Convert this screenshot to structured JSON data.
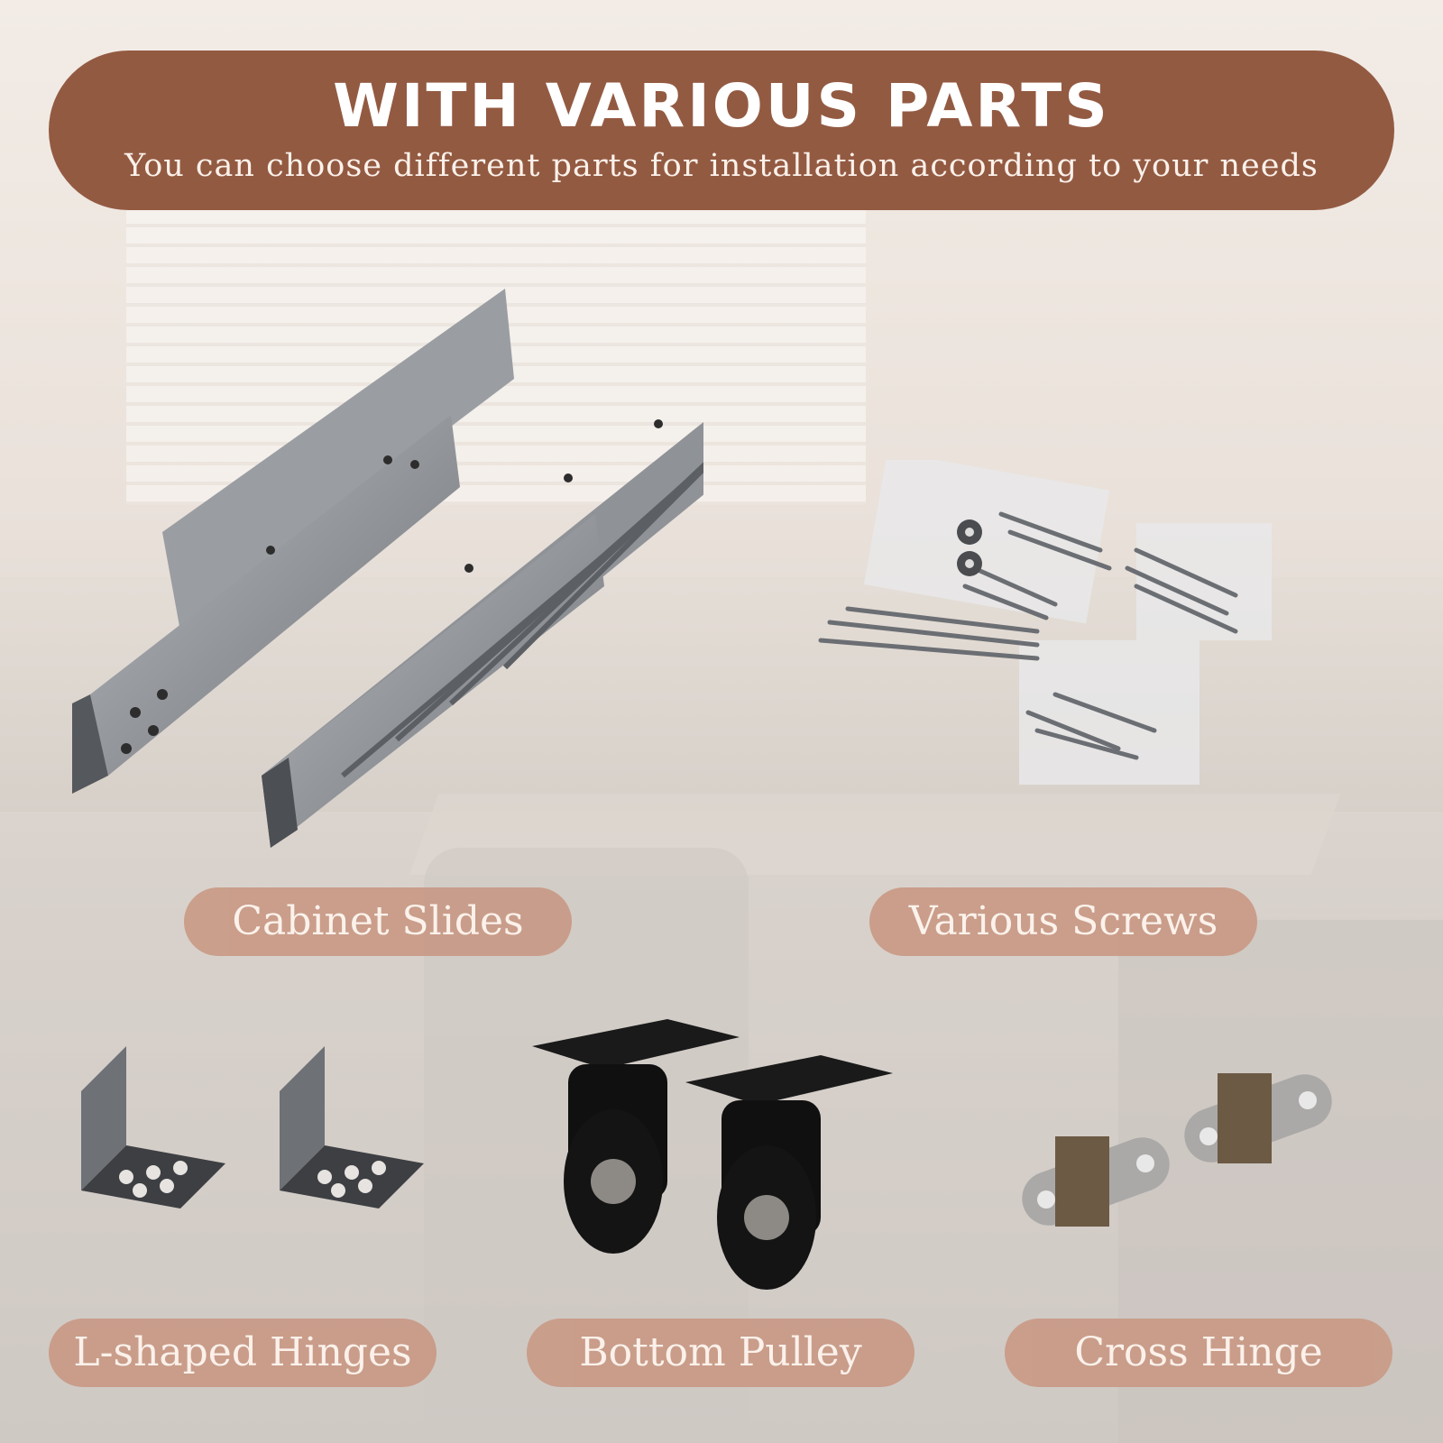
{
  "header": {
    "title": "WITH VARIOUS PARTS",
    "subtitle": "You can choose different parts for installation according to your needs"
  },
  "parts": [
    {
      "label": "Cabinet Slides",
      "icon": "cabinet-slides-icon"
    },
    {
      "label": "Various Screws",
      "icon": "screws-icon"
    },
    {
      "label": "L-shaped Hinges",
      "icon": "l-hinge-icon"
    },
    {
      "label": "Bottom Pulley",
      "icon": "caster-wheel-icon"
    },
    {
      "label": "Cross Hinge",
      "icon": "cross-hinge-icon"
    }
  ],
  "colors": {
    "banner": "#935a42",
    "label_pill": "#c99a86",
    "metal": "#8c8f94",
    "caster": "#151515"
  }
}
